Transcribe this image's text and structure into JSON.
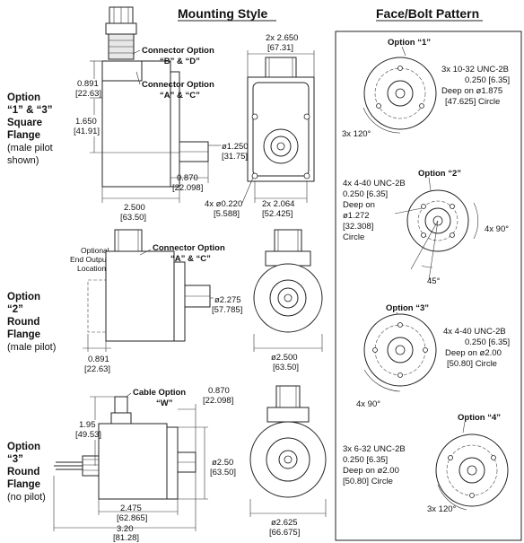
{
  "headers": {
    "mounting": "Mounting Style",
    "face": "Face/Bolt Pattern"
  },
  "rows": {
    "r1": {
      "l1": "Option",
      "l2": "“1” & “3”",
      "l3": "Square",
      "l4": "Flange",
      "n1": "(male pilot",
      "n2": "shown)"
    },
    "r2": {
      "l1": "Option",
      "l2": "“2”",
      "l3": "Round",
      "l4": "Flange",
      "n1": "(male pilot)"
    },
    "r3": {
      "l1": "Option",
      "l2": "“3”",
      "l3": "Round",
      "l4": "Flange",
      "n1": "(no pilot)"
    }
  },
  "callouts": {
    "conn_bd_1": "Connector Option",
    "conn_bd_2": "“B” & “D”",
    "conn_ac_1": "Connector Option",
    "conn_ac_2": "“A” & “C”",
    "conn2_1": "Connector Option",
    "conn2_2": "“A” & “C”",
    "opt_end_1": "Optional",
    "opt_end_2": "End Output",
    "opt_end_3": "Location",
    "cable_1": "Cable Option",
    "cable_2": "“W”"
  },
  "dims": {
    "d_0891_a": "0.891",
    "d_0891_a_mm": "[22.63]",
    "d_1650": "1.650",
    "d_1650_mm": "[41.91]",
    "d_2650": "2x 2.650",
    "d_2650_mm": "[67.31]",
    "d_1250": "ø1.250",
    "d_1250_mm": "[31.75]",
    "d_0870_a": "0.870",
    "d_0870_a_mm": "[22.098]",
    "d_2500_a": "2.500",
    "d_2500_a_mm": "[63.50]",
    "d_0220": "4x ø0.220",
    "d_0220_mm": "[5.588]",
    "d_2064": "2x 2.064",
    "d_2064_mm": "[52.425]",
    "d_2275": "ø2.275",
    "d_2275_mm": "[57.785]",
    "d_0891_b": "0.891",
    "d_0891_b_mm": "[22.63]",
    "d_2500_b": "ø2.500",
    "d_2500_b_mm": "[63.50]",
    "d_0870_b": "0.870",
    "d_0870_b_mm": "[22.098]",
    "d_195": "1.95",
    "d_195_mm": "[49.53]",
    "d_250": "ø2.50",
    "d_250_mm": "[63.50]",
    "d_2475": "2.475",
    "d_2475_mm": "[62.865]",
    "d_320": "3.20",
    "d_320_mm": "[81.28]",
    "d_2625": "ø2.625",
    "d_2625_mm": "[66.675]"
  },
  "face": {
    "o1": {
      "title": "Option “1”",
      "l1": "3x 10-32 UNC-2B",
      "l2": "0.250 [6.35]",
      "l3": "Deep on ø1.875",
      "l4": "[47.625] Circle",
      "ang": "3x 120°"
    },
    "o2": {
      "title": "Option “2”",
      "l1": "4x 4-40 UNC-2B",
      "l2": "0.250 [6.35]",
      "l3": "Deep on",
      "l4": "ø1.272",
      "l5": "[32.308]",
      "l6": "Circle",
      "ang1": "4x 90°",
      "ang2": "45°"
    },
    "o3": {
      "title": "Option “3”",
      "l1": "4x 4-40 UNC-2B",
      "l2": "0.250 [6.35]",
      "l3": "Deep on ø2.00",
      "l4": "[50.80] Circle",
      "ang": "4x 90°"
    },
    "o4": {
      "title": "Option “4”",
      "l1": "3x 6-32 UNC-2B",
      "l2": "0.250 [6.35]",
      "l3": "Deep on ø2.00",
      "l4": "[50.80] Circle",
      "ang": "3x 120°"
    }
  }
}
